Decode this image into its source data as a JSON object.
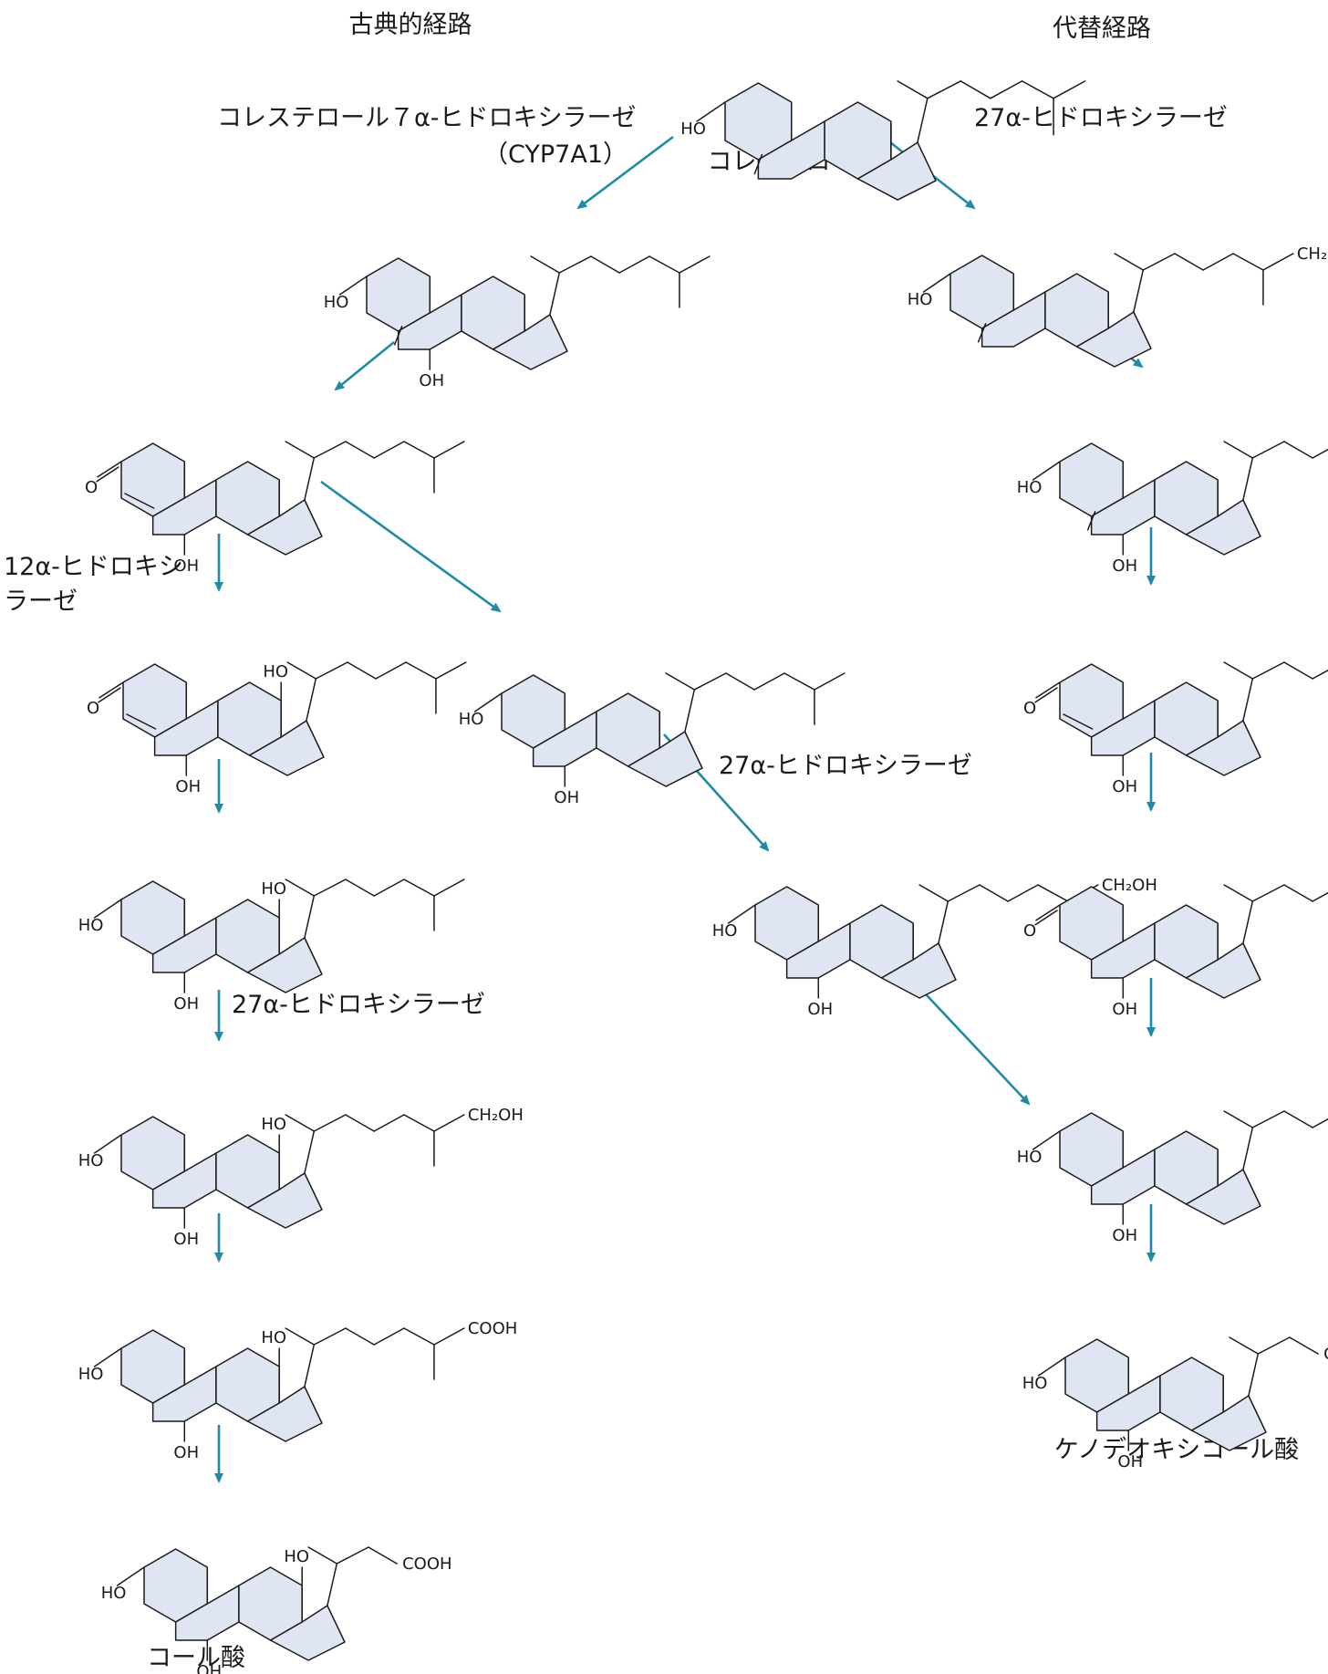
{
  "headers": {
    "classic": "古典的経路",
    "alternative": "代替経路"
  },
  "enzymes": {
    "cyp7a1": "コレステロール７α-ヒドロキシラーゼ",
    "cyp7a1_abbr": "（CYP7A1）",
    "hydroxylase27_top": "27α-ヒドロキシラーゼ",
    "hydroxylase12_line1": "12α-ヒドロキシ",
    "hydroxylase12_line2": "ラーゼ",
    "hydroxylase27_left": "27α-ヒドロキシラーゼ",
    "hydroxylase27_mid": "27α-ヒドロキシラーゼ"
  },
  "compounds": {
    "cholesterol": "コレステロール",
    "cholic_acid": "コール酸",
    "chenodeoxycholic_acid": "ケノデオキシコール酸"
  },
  "groups": {
    "ho": "HO",
    "oh": "OH",
    "o": "O",
    "ch2oh": "CH₂OH",
    "cooh": "COOH"
  },
  "colors": {
    "arrow": "#1f8aa8",
    "ring_fill": "#dfe5f2",
    "line": "#1a1a1a"
  }
}
